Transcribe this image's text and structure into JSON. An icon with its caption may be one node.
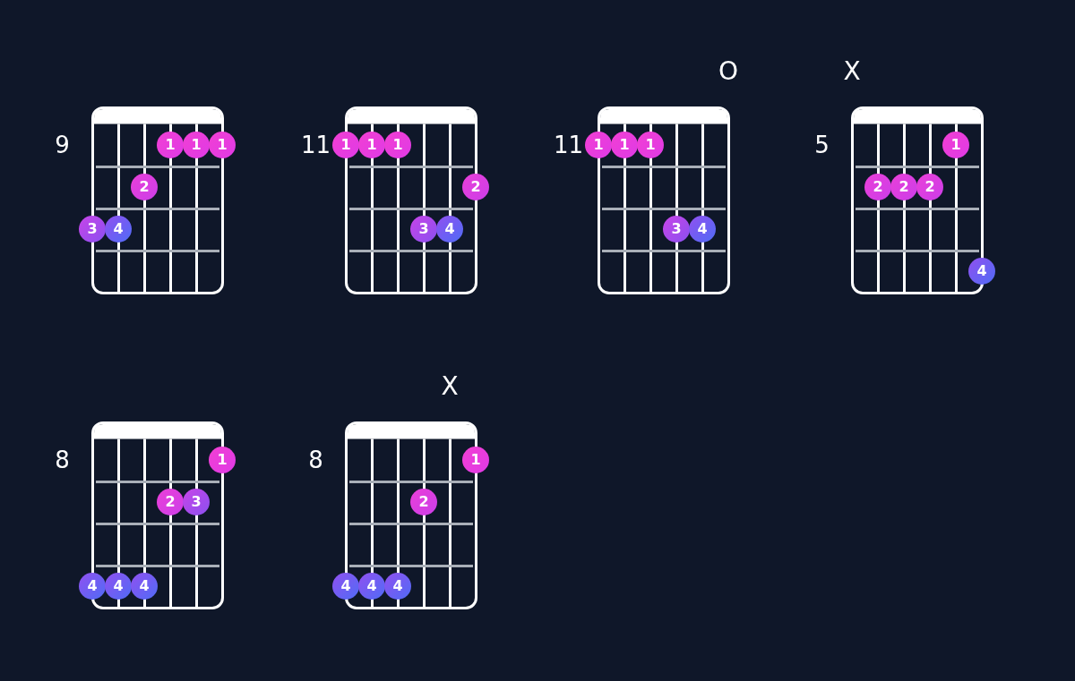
{
  "diagram": {
    "nodes": [
      {
        "text": [],
        "shape": "box",
        "beside": [
          "9"
        ]
      },
      {
        "text": [
          "1"
        ],
        "in": 0
      },
      {
        "text": [
          "1"
        ],
        "in": 0
      },
      {
        "text": [
          "1"
        ],
        "in": 0
      },
      {
        "text": [
          "2"
        ],
        "in": 0
      },
      {
        "text": [
          "3"
        ],
        "in": 0
      },
      {
        "text": [
          "4"
        ],
        "in": 0
      },
      {
        "text": [],
        "shape": "box",
        "beside": [
          "11"
        ]
      },
      {
        "text": [
          "1"
        ],
        "in": 7
      },
      {
        "text": [
          "1"
        ],
        "in": 7
      },
      {
        "text": [
          "1"
        ],
        "in": 7
      },
      {
        "text": [
          "2"
        ],
        "in": 7
      },
      {
        "text": [
          "3"
        ],
        "in": 7
      },
      {
        "text": [
          "4"
        ],
        "in": 7
      },
      {
        "text": [],
        "shape": "box",
        "beside": [
          "11",
          "O"
        ]
      },
      {
        "text": [
          "1"
        ],
        "in": 14
      },
      {
        "text": [
          "1"
        ],
        "in": 14
      },
      {
        "text": [
          "1"
        ],
        "in": 14
      },
      {
        "text": [
          "3"
        ],
        "in": 14
      },
      {
        "text": [
          "4"
        ],
        "in": 14
      },
      {
        "text": [],
        "shape": "box",
        "beside": [
          "5",
          "X"
        ]
      },
      {
        "text": [
          "1"
        ],
        "in": 20
      },
      {
        "text": [
          "2"
        ],
        "in": 20
      },
      {
        "text": [
          "2"
        ],
        "in": 20
      },
      {
        "text": [
          "2"
        ],
        "in": 20
      },
      {
        "text": [
          "4"
        ],
        "in": 20
      },
      {
        "text": [],
        "shape": "box",
        "beside": [
          "8"
        ]
      },
      {
        "text": [
          "1"
        ],
        "in": 26
      },
      {
        "text": [
          "2"
        ],
        "in": 26
      },
      {
        "text": [
          "3"
        ],
        "in": 26
      },
      {
        "text": [
          "4"
        ],
        "in": 26
      },
      {
        "text": [
          "4"
        ],
        "in": 26
      },
      {
        "text": [
          "4"
        ],
        "in": 26
      },
      {
        "text": [],
        "shape": "box",
        "beside": [
          "8",
          "X"
        ]
      },
      {
        "text": [
          "1"
        ],
        "in": 33
      },
      {
        "text": [
          "2"
        ],
        "in": 33
      },
      {
        "text": [
          "4"
        ],
        "in": 33
      },
      {
        "text": [
          "4"
        ],
        "in": 33
      },
      {
        "text": [
          "4"
        ],
        "in": 33
      }
    ]
  }
}
